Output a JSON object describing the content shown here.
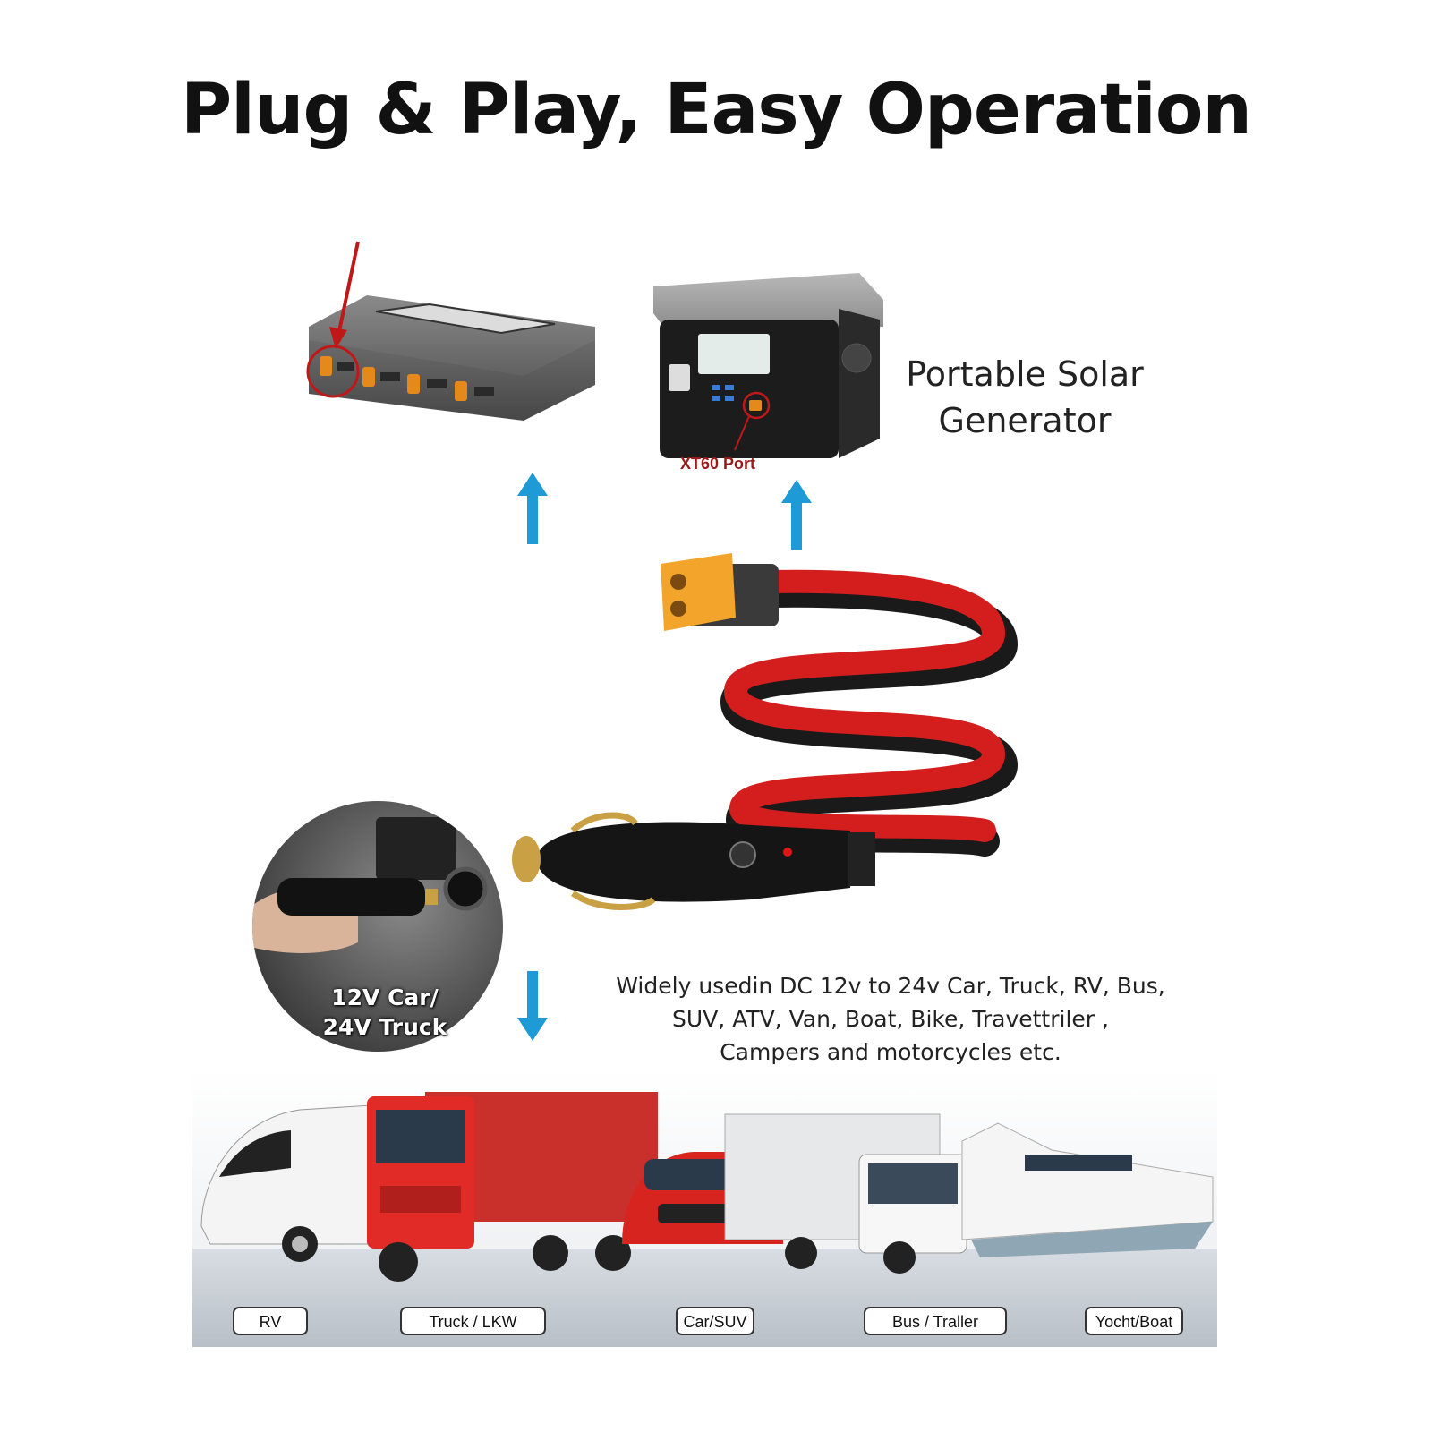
{
  "title": "Plug & Play, Easy Operation",
  "generator": {
    "label_line1": "Portable Solar",
    "label_line2": "Generator",
    "port_label": "XT60 Port"
  },
  "car_inset": {
    "line1": "12V Car/",
    "line2": "24V Truck"
  },
  "usage": {
    "line1": "Widely usedin DC 12v to 24v Car, Truck, RV, Bus,",
    "line2": "SUV, ATV, Van, Boat, Bike, Travettriler ,",
    "line3": "Campers and motorcycles etc."
  },
  "vehicles": [
    "RV",
    "Truck / LKW",
    "Car/SUV",
    "Bus / Traller",
    "Yocht/Boat"
  ],
  "colors": {
    "arrow_blue": "#1e9ad6",
    "cable_red": "#d41e1e",
    "cable_black": "#1a1a1a",
    "connector_yellow": "#f2a52a",
    "highlight_red": "#c01818"
  }
}
